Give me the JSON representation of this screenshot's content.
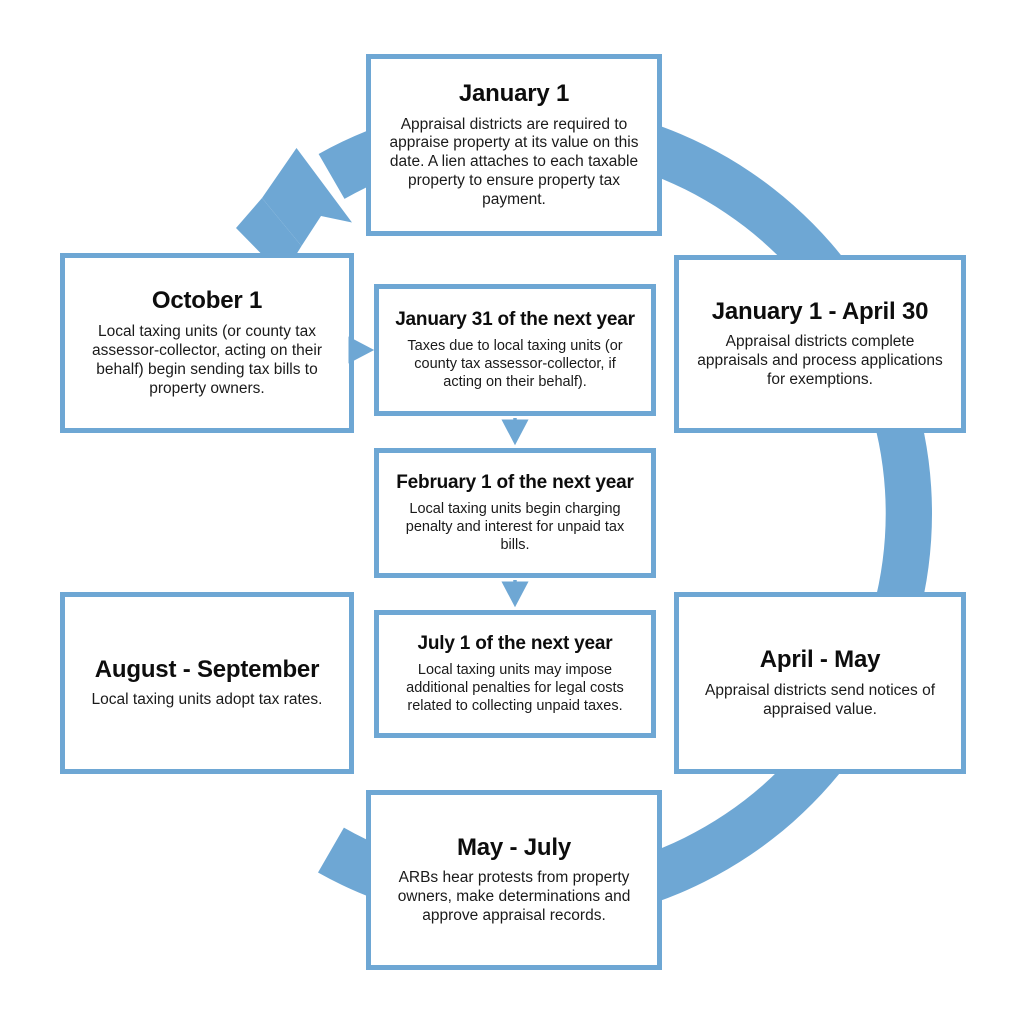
{
  "diagram": {
    "type": "cycle-flowchart",
    "title_text": "",
    "colors": {
      "accent_blue": "#6EA7D4",
      "box_border": "#6EA7D4",
      "box_fill": "#FFFFFF",
      "text": "#0D0D0D",
      "background": "#FFFFFF"
    }
  },
  "cycle": {
    "nodes": [
      {
        "id": "january-1",
        "title": "January 1",
        "body": "Appraisal districts are required to appraise property at its value on this date. A lien attaches to each taxable property to ensure property tax payment."
      },
      {
        "id": "january-1-april-30",
        "title": "January 1 - April 30",
        "body": "Appraisal districts complete appraisals and process applications for exemptions."
      },
      {
        "id": "april-may",
        "title": "April - May",
        "body": "Appraisal districts send notices of appraised value."
      },
      {
        "id": "may-july",
        "title": "May - July",
        "body": "ARBs hear protests from property owners, make determinations and approve appraisal records."
      },
      {
        "id": "august-september",
        "title": "August - September",
        "body": "Local taxing units adopt tax rates."
      },
      {
        "id": "october-1",
        "title": "October 1",
        "body": "Local taxing units (or county tax assessor-collector, acting on their behalf) begin sending tax bills to property owners."
      }
    ]
  },
  "center_chain": {
    "nodes": [
      {
        "id": "january-31-next-year",
        "title": "January 31 of the next year",
        "body": "Taxes due to local taxing units (or county tax assessor-collector, if acting on their behalf)."
      },
      {
        "id": "february-1-next-year",
        "title": "February 1 of the next year",
        "body": "Local taxing units begin charging penalty and interest for unpaid tax bills."
      },
      {
        "id": "july-1-next-year",
        "title": "July 1 of the next year",
        "body": "Local taxing units may impose additional penalties for legal costs related to collecting unpaid taxes."
      }
    ]
  },
  "connectors": {
    "cycle_arrow_name": "clockwise-cycle-arrow",
    "entry_arrow_name": "october-to-january31-arrow",
    "chain_arrow_1_name": "january31-to-february1-arrow",
    "chain_arrow_2_name": "february1-to-july1-arrow"
  }
}
